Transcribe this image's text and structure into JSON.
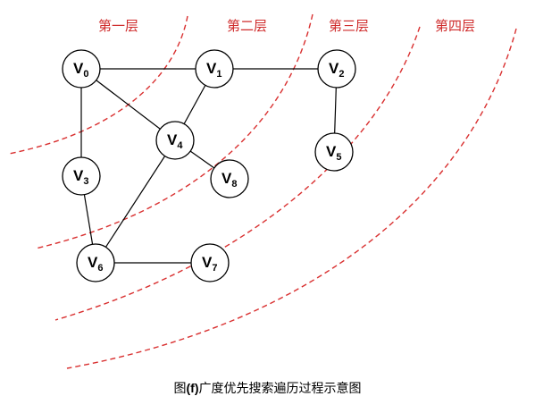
{
  "layers": [
    {
      "label": "第一层"
    },
    {
      "label": "第二层"
    },
    {
      "label": "第三层"
    },
    {
      "label": "第四层"
    }
  ],
  "nodes": [
    {
      "id": "v0",
      "letter": "V",
      "sub": "0"
    },
    {
      "id": "v1",
      "letter": "V",
      "sub": "1"
    },
    {
      "id": "v2",
      "letter": "V",
      "sub": "2"
    },
    {
      "id": "v3",
      "letter": "V",
      "sub": "3"
    },
    {
      "id": "v4",
      "letter": "V",
      "sub": "4"
    },
    {
      "id": "v5",
      "letter": "V",
      "sub": "5"
    },
    {
      "id": "v6",
      "letter": "V",
      "sub": "6"
    },
    {
      "id": "v7",
      "letter": "V",
      "sub": "7"
    },
    {
      "id": "v8",
      "letter": "V",
      "sub": "8"
    }
  ],
  "edges": [
    [
      "v0",
      "v1"
    ],
    [
      "v1",
      "v2"
    ],
    [
      "v0",
      "v3"
    ],
    [
      "v0",
      "v4"
    ],
    [
      "v1",
      "v4"
    ],
    [
      "v2",
      "v5"
    ],
    [
      "v3",
      "v6"
    ],
    [
      "v4",
      "v6"
    ],
    [
      "v4",
      "v8"
    ],
    [
      "v6",
      "v7"
    ]
  ],
  "caption": {
    "prefix": "图",
    "mid": "(f)",
    "suffix": "广度优先搜索遍历过程示意图"
  }
}
